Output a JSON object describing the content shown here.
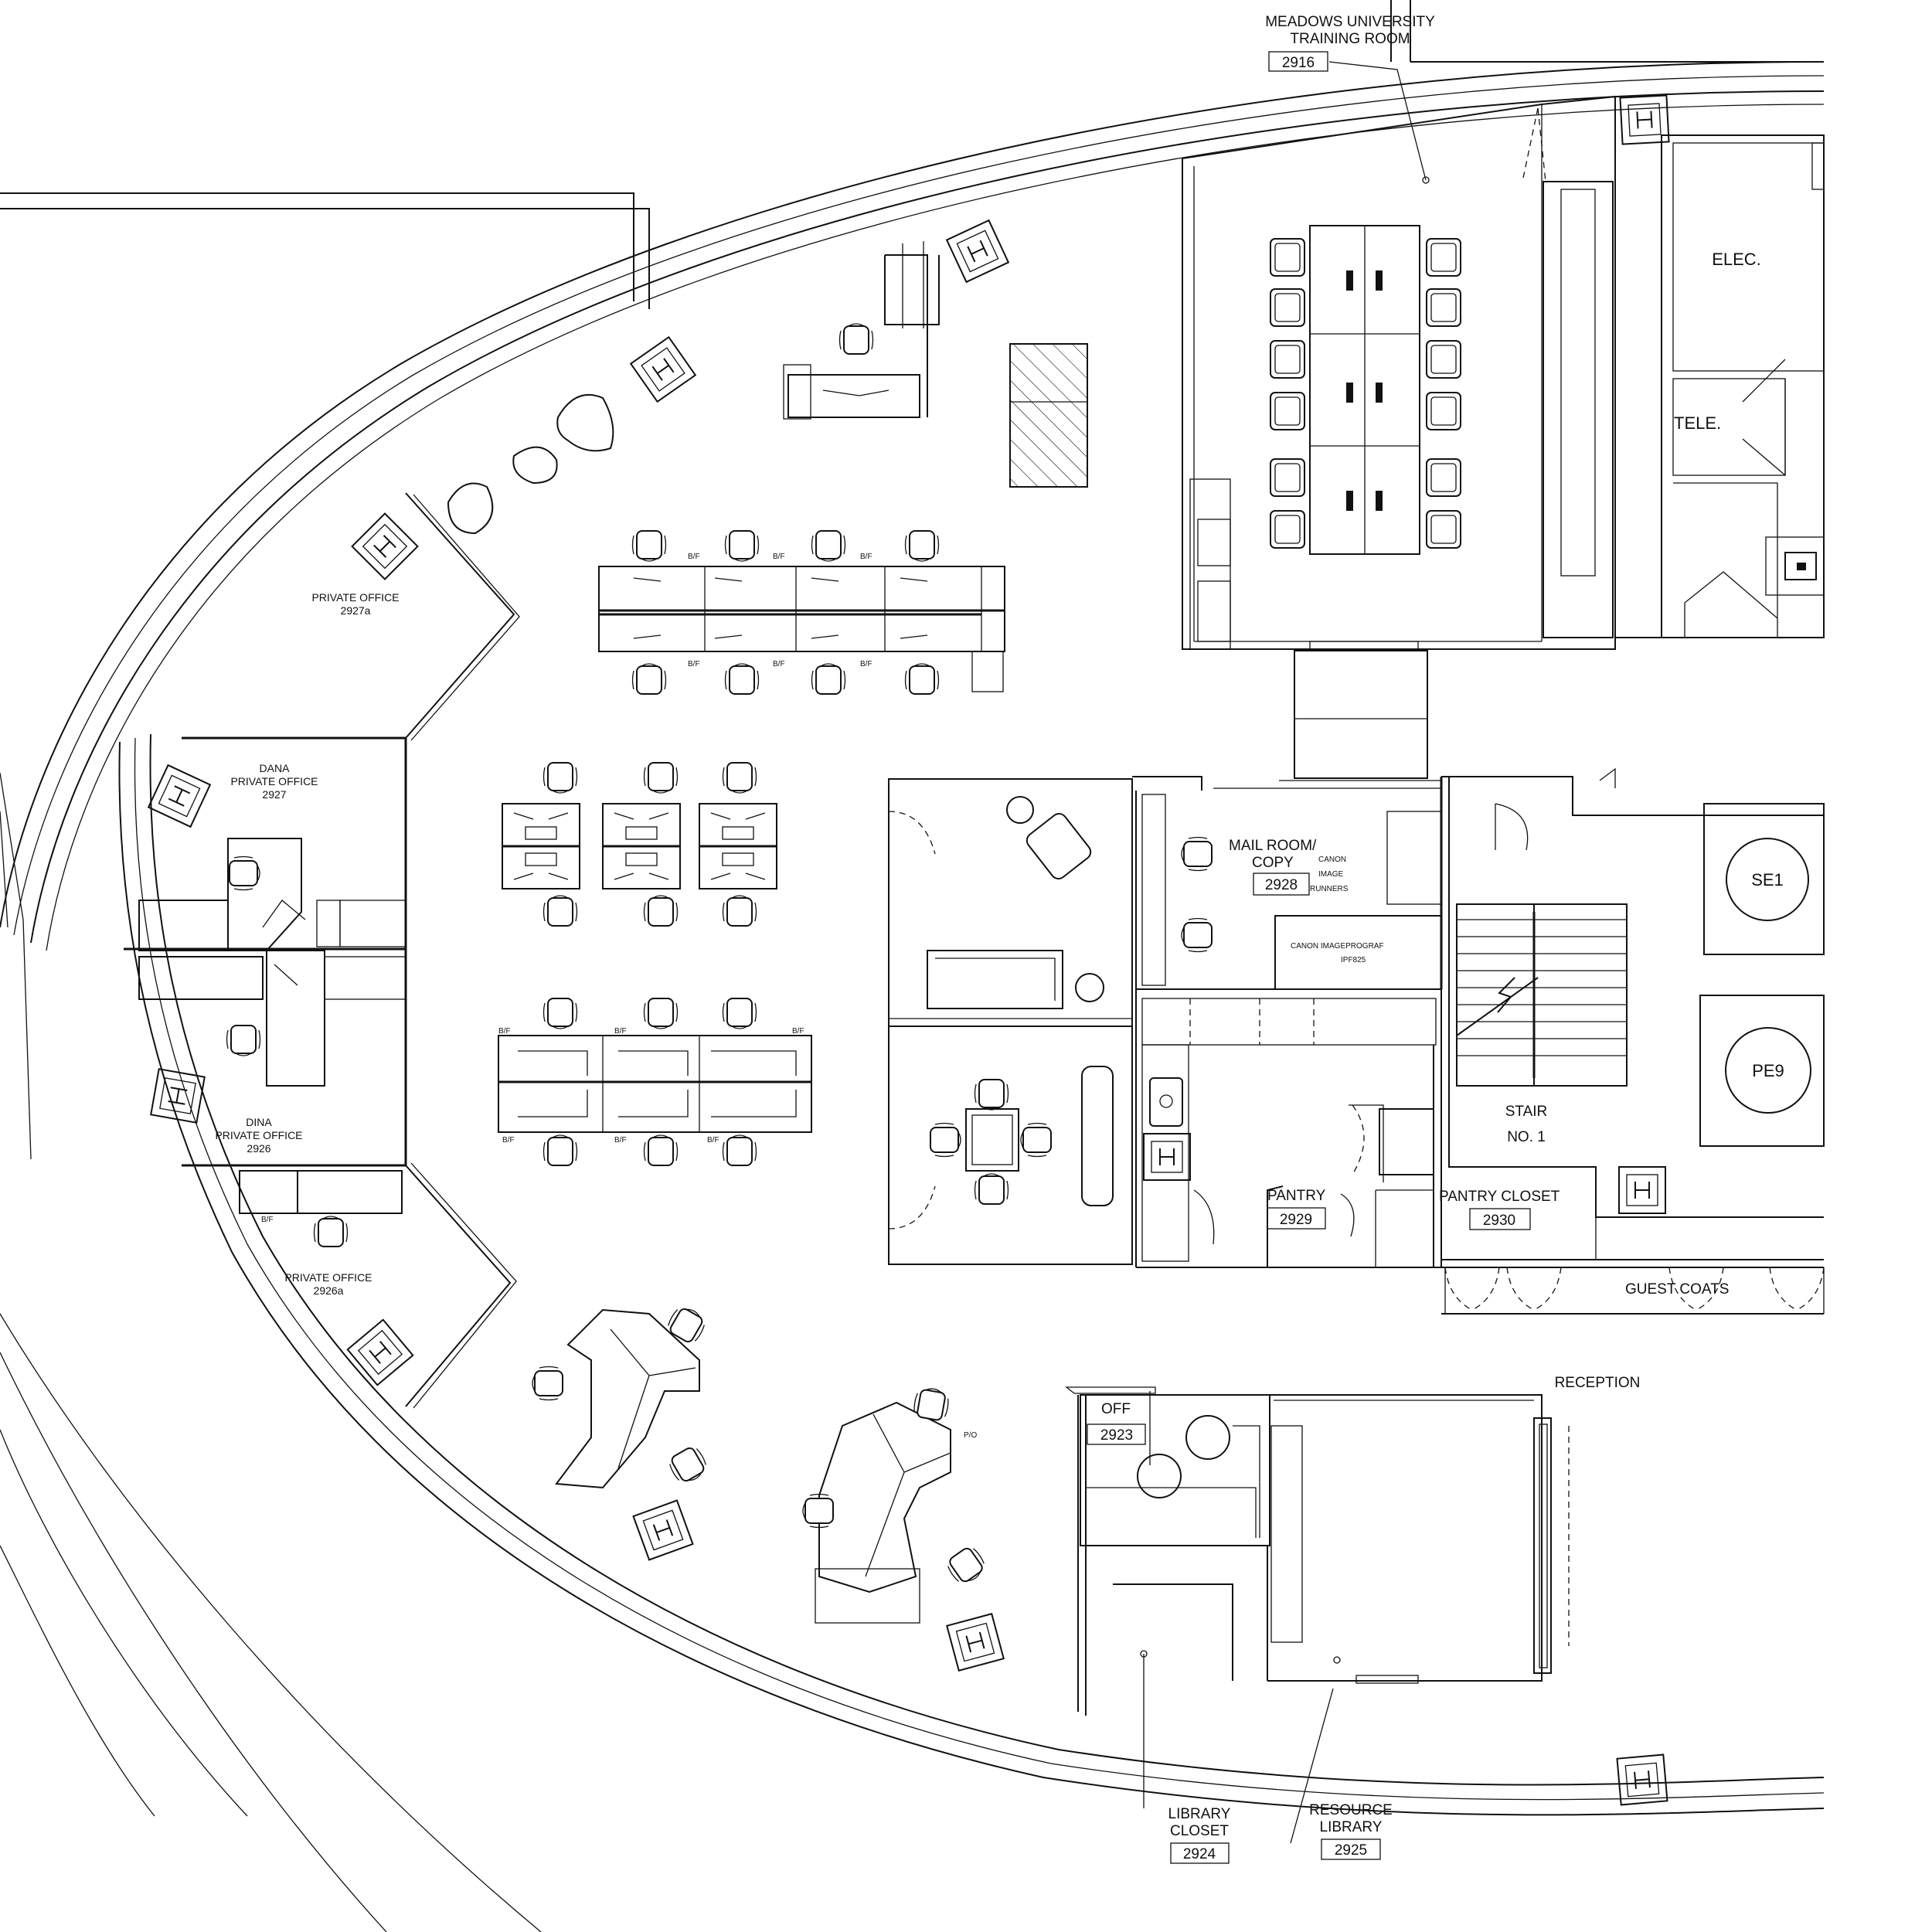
{
  "rooms": {
    "training": {
      "line1": "MEADOWS UNIVERSITY",
      "line2": "TRAINING ROOM",
      "number": "2916"
    },
    "elec": {
      "label": "ELEC."
    },
    "tele": {
      "label": "TELE."
    },
    "private_2927a": {
      "line1": "PRIVATE OFFICE",
      "number": "2927a"
    },
    "dana": {
      "line1": "DANA",
      "line2": "PRIVATE OFFICE",
      "number": "2927"
    },
    "dina": {
      "line1": "DINA",
      "line2": "PRIVATE OFFICE",
      "number": "2926"
    },
    "private_2926a": {
      "line1": "PRIVATE OFFICE",
      "number": "2926a"
    },
    "mail": {
      "line1": "MAIL ROOM/",
      "line2": "COPY",
      "number": "2928",
      "note1": "CANON",
      "note2": "IMAGE",
      "note3": "RUNNERS",
      "plotter1": "CANON IMAGEPROGRAF",
      "plotter2": "IPF825"
    },
    "se1": {
      "label": "SE1"
    },
    "pe9": {
      "label": "PE9"
    },
    "stair": {
      "line1": "STAIR",
      "line2": "NO. 1"
    },
    "pantry": {
      "label": "PANTRY",
      "number": "2929"
    },
    "pantry_closet": {
      "label": "PANTRY CLOSET",
      "number": "2930"
    },
    "guest_coats": {
      "label": "GUEST COATS"
    },
    "reception": {
      "label": "RECEPTION"
    },
    "off": {
      "label": "OFF",
      "number": "2923"
    },
    "library_closet": {
      "line1": "LIBRARY",
      "line2": "CLOSET",
      "number": "2924"
    },
    "resource_library": {
      "line1": "RESOURCE",
      "line2": "LIBRARY",
      "number": "2925"
    }
  },
  "tags": {
    "bf": "B/F",
    "po": "P/O"
  },
  "colors": {
    "line": "#111111",
    "background": "#ffffff"
  }
}
